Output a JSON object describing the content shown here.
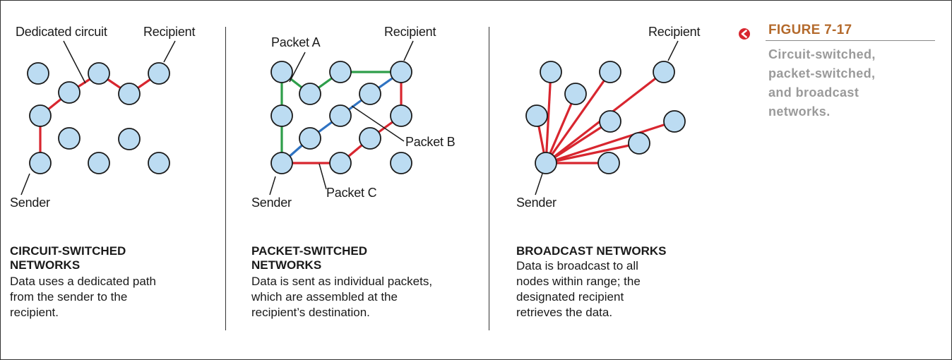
{
  "figure": {
    "number": "FIGURE 7-17",
    "caption": "Circuit-switched,\npacket-switched,\nand broadcast\nnetworks.",
    "accent_color": "#b46a2c",
    "icon": "chevron-left-icon"
  },
  "colors": {
    "node_fill": "#bcdcf2",
    "circuit_link": "#d8262f",
    "packet_a": "#2e9e4a",
    "packet_b": "#2f73c2",
    "packet_c": "#d8262f",
    "broadcast": "#d8262f"
  },
  "panels": [
    {
      "id": "circuit",
      "title": "CIRCUIT-SWITCHED\nNETWORKS",
      "description": "Data uses a dedicated path\nfrom the sender to the\nrecipient.",
      "labels": {
        "dedicated_circuit": "Dedicated circuit",
        "recipient": "Recipient",
        "sender": "Sender"
      }
    },
    {
      "id": "packet",
      "title": "PACKET-SWITCHED\nNETWORKS",
      "description": "Data is sent as individual packets,\nwhich are assembled at the\nrecipient’s destination.",
      "labels": {
        "packet_a": "Packet A",
        "recipient": "Recipient",
        "packet_b": "Packet B",
        "packet_c": "Packet C",
        "sender": "Sender"
      }
    },
    {
      "id": "broadcast",
      "title": "BROADCAST NETWORKS",
      "description": "Data is broadcast to all\nnodes within range; the\ndesignated recipient\nretrieves the data.",
      "labels": {
        "recipient": "Recipient",
        "sender": "Sender"
      }
    }
  ]
}
